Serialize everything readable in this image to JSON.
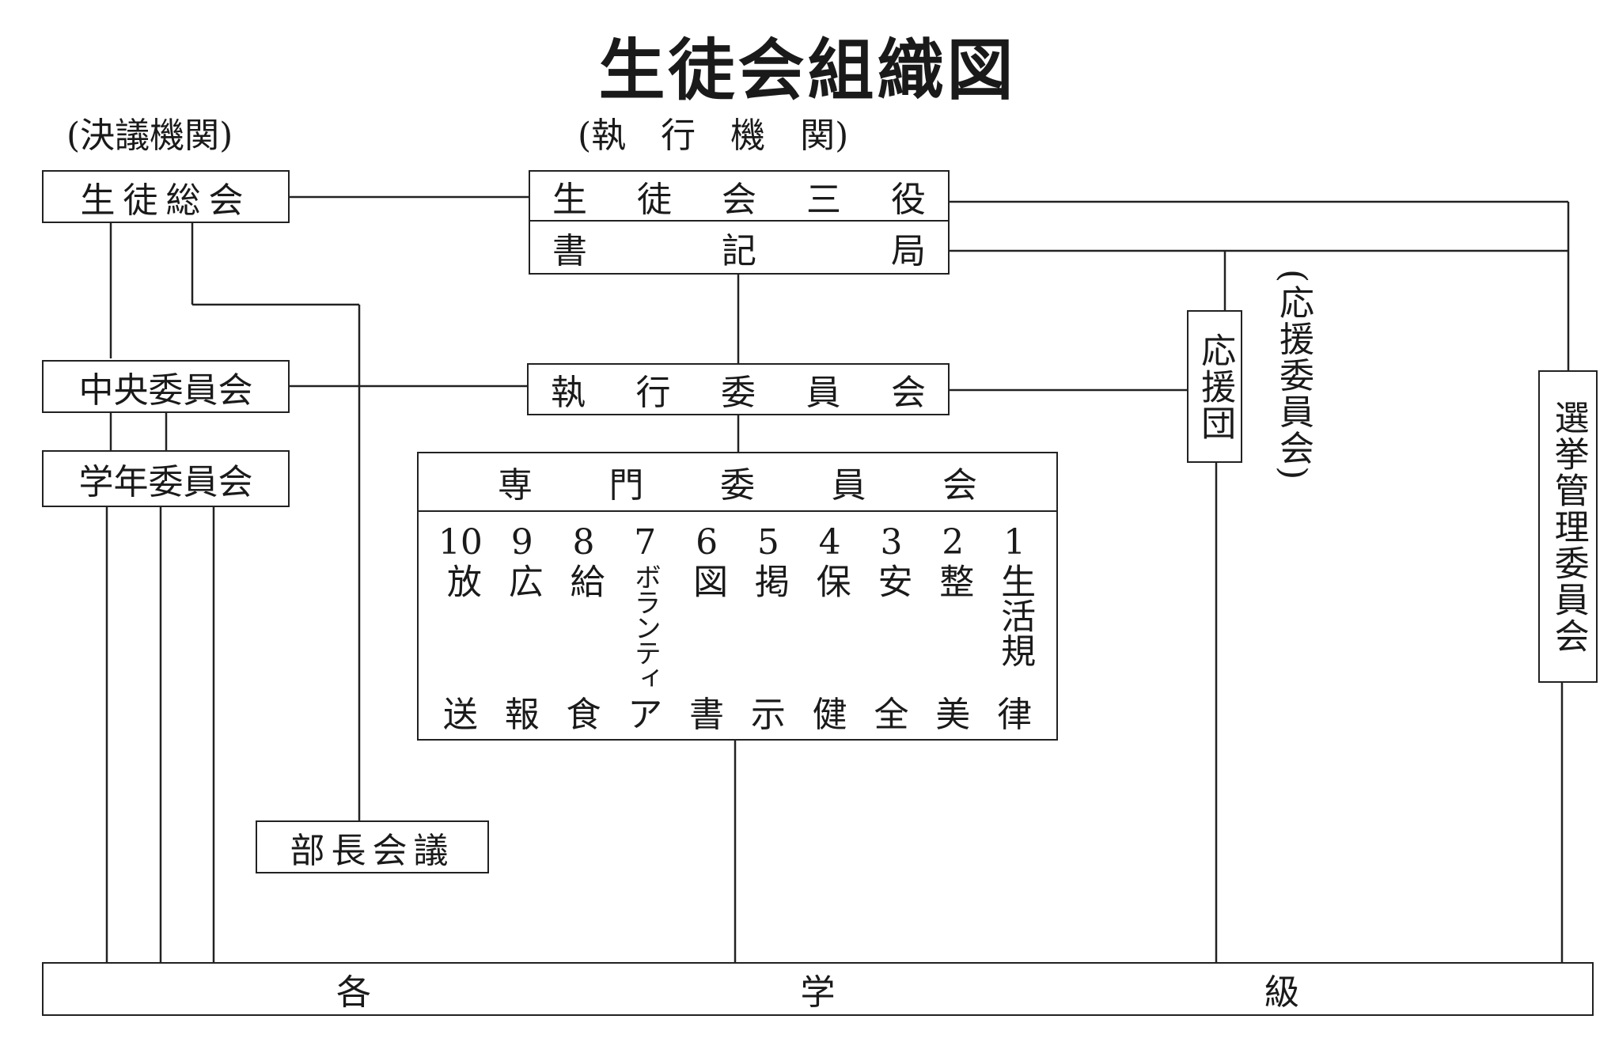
{
  "title": "生徒会組織図",
  "headings": {
    "deliberative": "(決議機関)",
    "executive": "(執　行　機　関)"
  },
  "boxes": {
    "general_meeting": "生徒総会",
    "officers": [
      "生",
      "徒",
      "会",
      "三",
      "役"
    ],
    "secretariat": [
      "書",
      "記",
      "局"
    ],
    "central_committee": "中央委員会",
    "executive_committee": [
      "執",
      "行",
      "委",
      "員",
      "会"
    ],
    "grade_committee": "学年委員会",
    "club_leaders": "部長会議",
    "cheer_squad": "応援団",
    "cheer_committee_note": "(応援委員会)",
    "election_committee": "選挙管理委員会",
    "classes": [
      "各",
      "学",
      "級"
    ]
  },
  "specialized": {
    "header": [
      "専",
      "門",
      "委",
      "員",
      "会"
    ],
    "committees": [
      {
        "num": "1",
        "name": "生活規",
        "last": "律"
      },
      {
        "num": "2",
        "name": "整",
        "last": "美"
      },
      {
        "num": "3",
        "name": "安",
        "last": "全"
      },
      {
        "num": "4",
        "name": "保",
        "last": "健"
      },
      {
        "num": "5",
        "name": "掲",
        "last": "示"
      },
      {
        "num": "6",
        "name": "図",
        "last": "書"
      },
      {
        "num": "7",
        "name": "ボランティ",
        "last": "ア"
      },
      {
        "num": "8",
        "name": "給",
        "last": "食"
      },
      {
        "num": "9",
        "name": "広",
        "last": "報"
      },
      {
        "num": "10",
        "name": "放",
        "last": "送"
      }
    ]
  }
}
